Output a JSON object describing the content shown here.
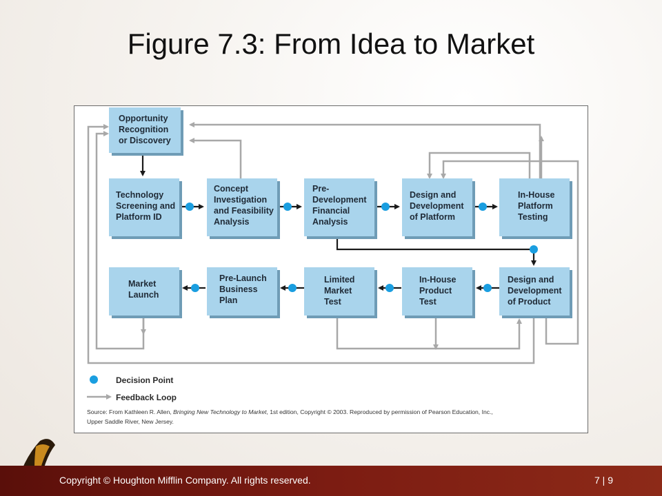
{
  "slide": {
    "title": "Figure 7.3:  From Idea to Market",
    "footer_copyright": "Copyright © Houghton Mifflin Company. All rights reserved.",
    "footer_page": "7  | 9"
  },
  "diagram": {
    "boxes": {
      "opportunity": [
        "Opportunity",
        "Recognition",
        "or Discovery"
      ],
      "tech_screening": [
        "Technology",
        "Screening and",
        "Platform ID"
      ],
      "concept": [
        "Concept",
        "Investigation",
        "and Feasibility",
        "Analysis"
      ],
      "predev": [
        "Pre-",
        "Development",
        "Financial",
        "Analysis"
      ],
      "design_platform": [
        "Design and",
        "Development",
        "of Platform"
      ],
      "inhouse_platform": [
        "In-House",
        "Platform",
        "Testing"
      ],
      "design_product": [
        "Design and",
        "Development",
        "of Product"
      ],
      "inhouse_product": [
        "In-House",
        "Product",
        "Test"
      ],
      "limited_market": [
        "Limited",
        "Market",
        "Test"
      ],
      "prelaunch": [
        "Pre-Launch",
        "Business",
        "Plan"
      ],
      "market_launch": [
        "Market",
        "Launch"
      ]
    },
    "legend": {
      "decision_point": "Decision Point",
      "feedback_loop": "Feedback Loop"
    },
    "source": {
      "line1_a": "Source: From Kathleen R. Allen, ",
      "line1_b": "Bringing New Technology to Market",
      "line1_c": ", 1st edition, Copyright © 2003. Reproduced by permission of Pearson Education, Inc.,",
      "line2": "Upper Saddle River, New Jersey."
    },
    "colors": {
      "box_fill": "#a9d4ec",
      "box_shadow": "#6f9cb6",
      "decision_dot": "#1a9ee0",
      "main_arrow": "#1a1a1a",
      "feedback_arrow": "#a8a8a8"
    }
  }
}
